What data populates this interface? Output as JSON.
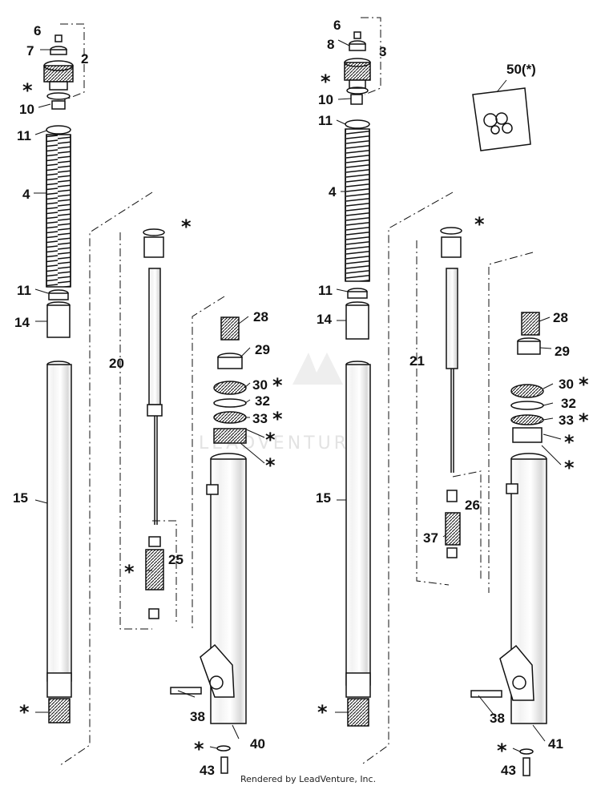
{
  "callouts": {
    "l6": "6",
    "l7": "7",
    "l2": "2",
    "lstar1": "*",
    "l10": "10",
    "l11a": "11",
    "l4": "4",
    "l11b": "11",
    "l14": "14",
    "l20": "20",
    "lstar2": "*",
    "l15": "15",
    "l25": "25",
    "lstar3": "*",
    "lstar4": "*",
    "l28": "28",
    "l29": "29",
    "l30": "30",
    "l30s": "*",
    "l32": "32",
    "l33": "33",
    "l33s": "*",
    "lstar5": "*",
    "lstar6": "*",
    "l38": "38",
    "l40": "40",
    "lstar7": "*",
    "l43": "43",
    "r6": "6",
    "r8": "8",
    "r3": "3",
    "rstar1": "*",
    "r10": "10",
    "r11a": "11",
    "r4": "4",
    "r11b": "11",
    "r14": "14",
    "r21": "21",
    "rstar2": "*",
    "r15": "15",
    "r26": "26",
    "r37": "37",
    "rstar4": "*",
    "r28": "28",
    "r29": "29",
    "r30": "30",
    "r30s": "*",
    "r32": "32",
    "r33": "33",
    "r33s": "*",
    "rstar5": "*",
    "rstar6": "*",
    "r38": "38",
    "r41": "41",
    "rstar7": "*",
    "r43": "43",
    "kit": "50(*)"
  },
  "watermark": "LEADVENTURE",
  "footer": "Rendered by LeadVenture, Inc.",
  "colors": {
    "line": "#111111",
    "shade": "#bbbbbb",
    "paper": "#ffffff"
  }
}
